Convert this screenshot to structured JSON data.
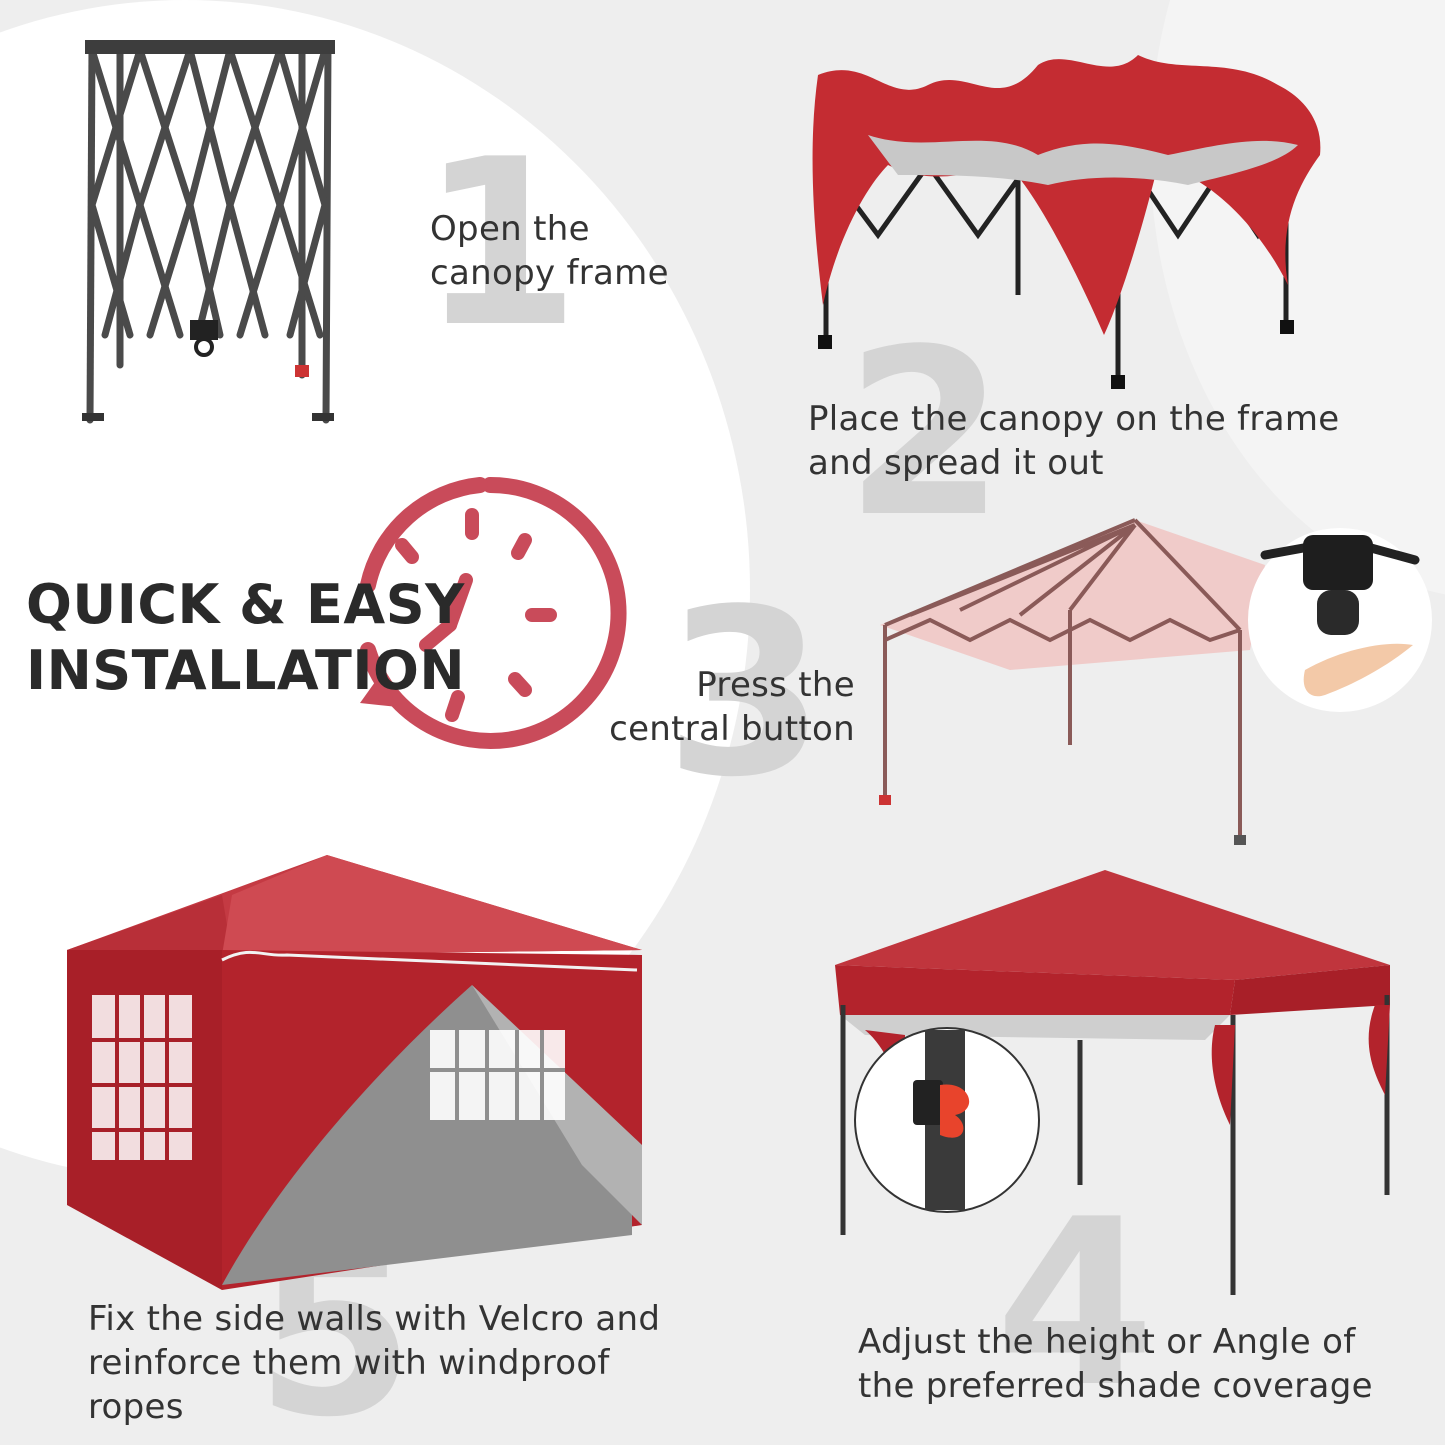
{
  "headline": {
    "line1": "QUICK & EASY",
    "line2": "INSTALLATION"
  },
  "steps": [
    {
      "number": "1",
      "text": "Open the\ncanopy frame"
    },
    {
      "number": "2",
      "text": "Place the canopy on the frame\nand spread it out"
    },
    {
      "number": "3",
      "text": "Press the\ncentral button"
    },
    {
      "number": "4",
      "text": "Adjust the height or Angle of\nthe preferred shade coverage"
    },
    {
      "number": "5",
      "text": "Fix the side walls with Velcro and\nreinforce them with windproof\nropes"
    }
  ],
  "colors": {
    "canopy_red": "#b8232a",
    "clock_accent": "#c94b5a",
    "frame_gray": "#4a4a4a",
    "number_gray": "#d4d4d4"
  },
  "icons": [
    "clock-icon",
    "rotate-arrow-icon"
  ]
}
